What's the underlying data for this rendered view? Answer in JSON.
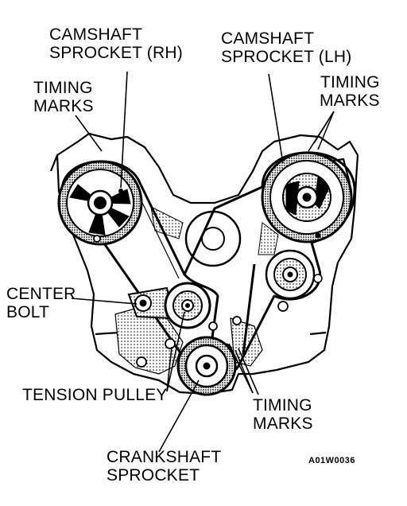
{
  "labels": {
    "camshaft_rh": [
      "CAMSHAFT",
      "SPROCKET (RH)"
    ],
    "camshaft_lh": [
      "CAMSHAFT",
      "SPROCKET (LH)"
    ],
    "timing_marks_left": [
      "TIMING",
      "MARKS"
    ],
    "timing_marks_right": [
      "TIMING",
      "MARKS"
    ],
    "center_bolt": [
      "CENTER",
      "BOLT"
    ],
    "tension_pulley": "TENSION PULLEY",
    "timing_marks_bottom": [
      "TIMING",
      "MARKS"
    ],
    "crankshaft_sprocket": [
      "CRANKSHAFT",
      "SPROCKET"
    ]
  },
  "figure_code": "A01W0036",
  "colors": {
    "ink": "#000000",
    "background": "#ffffff",
    "shade": "#c8c8c8"
  }
}
